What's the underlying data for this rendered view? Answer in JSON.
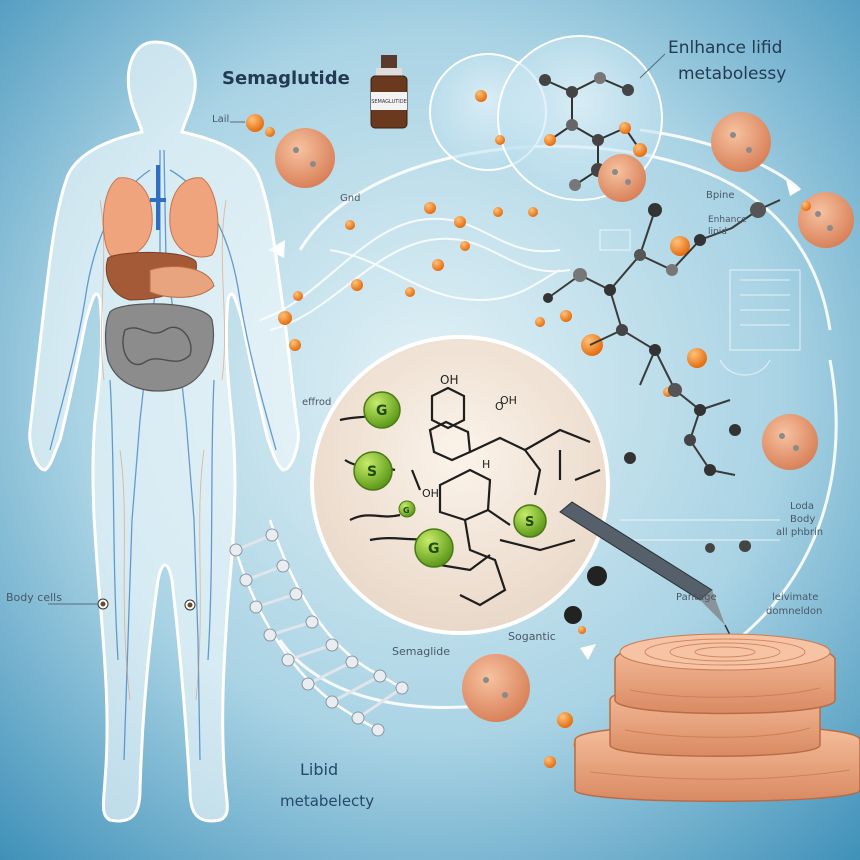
{
  "labels": {
    "semaglutide_top": "Semaglutide",
    "enhance_line1": "Enlhance lifid",
    "enhance_line2": "metabolessy",
    "lail": "Lail",
    "bpine": "Bpine",
    "enhance_small_1": "Enhance",
    "enhance_small_2": "lipid",
    "gnd": "Gnd",
    "effrod": "effrod",
    "body_cells": "Body cells",
    "semaglide": "Semaglide",
    "sogantic": "Sogantic",
    "pantage": "Pantage",
    "leivimate_1": "leivimate",
    "leivimate_2": "domneldon",
    "loda_1": "Loda",
    "loda_2": "Body",
    "loda_3": "all phbrin",
    "lipid_line1": "Libid",
    "lipid_line2": "metabelecty",
    "vial_label": "SEMAGLUTIDE"
  },
  "molecule_labels": {
    "oh_1": "OH",
    "oh_2": "OH",
    "oh_3": "OH",
    "h_1": "H",
    "o_1": "O",
    "g_1": "G",
    "s_1": "S",
    "g_2": "G",
    "s_2": "S",
    "small_g": "G"
  },
  "colors": {
    "background_light": "#cfe6f0",
    "background_dark": "#3b8db6",
    "body_outline": "#ffffff",
    "organ": "#e49c78",
    "fat_cell": "#e8a07a",
    "orange_dot": "#f08a24",
    "green_atom": "#7cba2a",
    "ladder_node": "#e0e4e8"
  }
}
